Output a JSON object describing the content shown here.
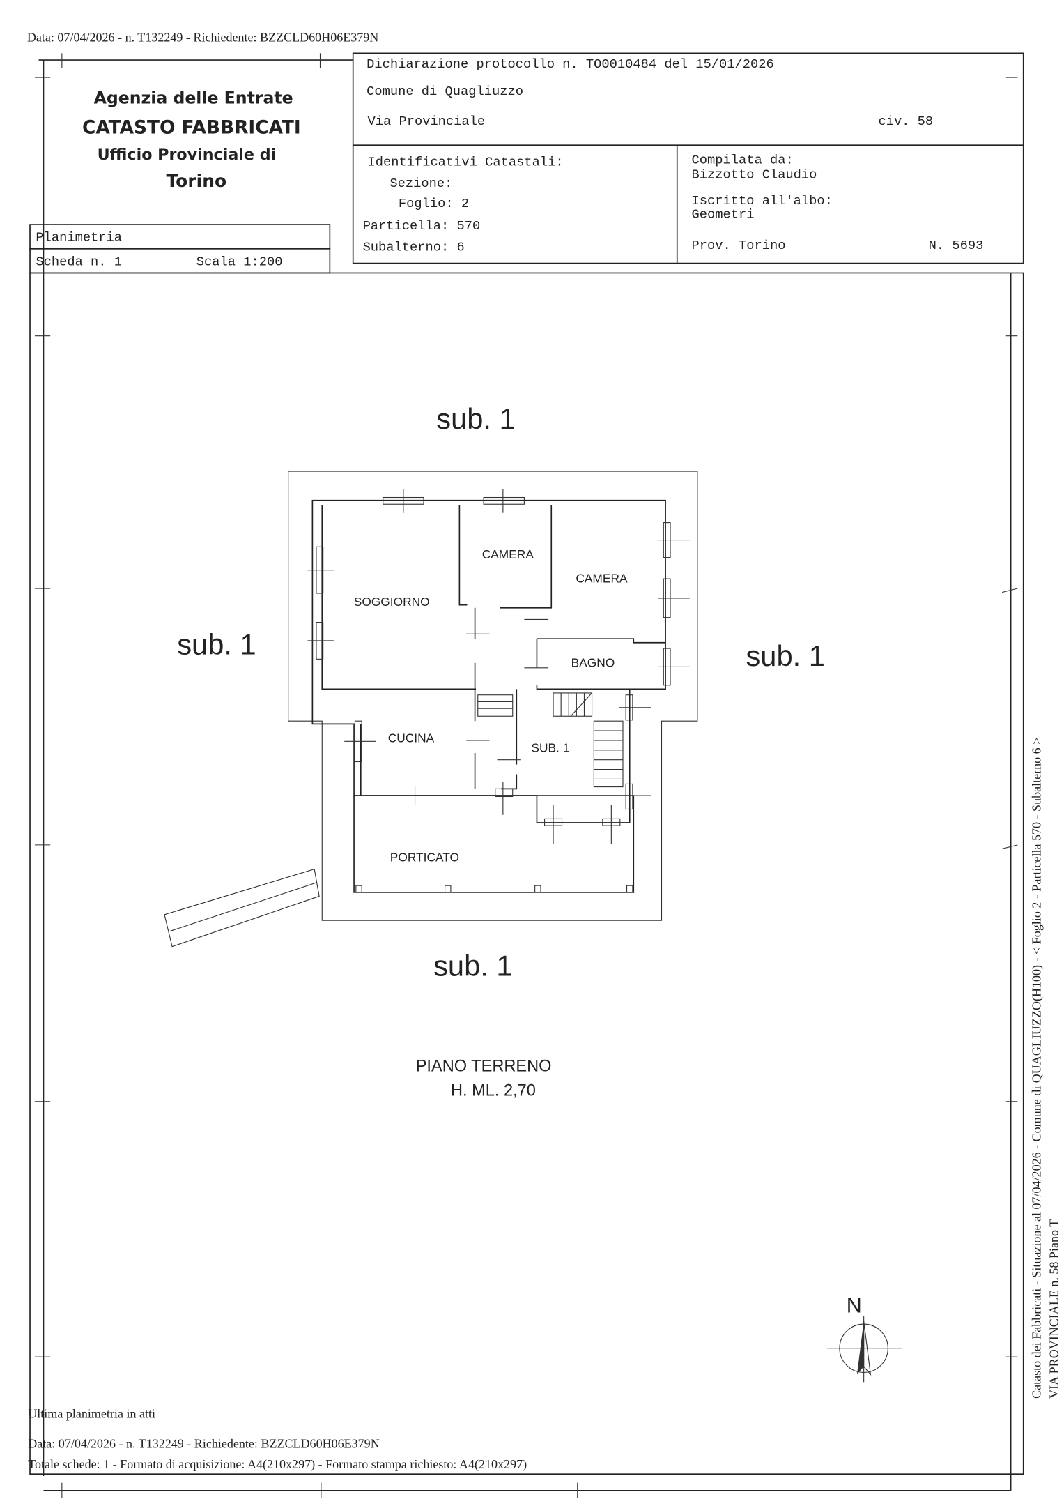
{
  "top_header": "Data: 07/04/2026 - n. T132249 - Richiedente: BZZCLD60H06E379N",
  "title_block": {
    "agency": "Agenzia delle Entrate",
    "catasto": "CATASTO FABBRICATI",
    "ufficio": "Ufficio Provinciale di",
    "city": "Torino"
  },
  "sheet": {
    "type": "Planimetria",
    "scheda": "Scheda n. 1",
    "scala": "Scala 1:200"
  },
  "declaration": {
    "protocol": "Dichiarazione protocollo n. TO0010484 del  15/01/2026",
    "comune": "Comune di Quagliuzzo",
    "via": "Via Provinciale",
    "civico": "civ. 58"
  },
  "identificativi": {
    "heading": "Identificativi Catastali:",
    "sezione": "Sezione:",
    "foglio": "Foglio: 2",
    "particella": "Particella: 570",
    "subalterno": "Subalterno: 6"
  },
  "compilata": {
    "heading": "Compilata da:",
    "name": "Bizzotto Claudio",
    "albo_label": "Iscritto all'albo:",
    "albo": "Geometri",
    "prov": "Prov. Torino",
    "number": "N. 5693"
  },
  "plan": {
    "sub_top": "sub. 1",
    "sub_left": "sub. 1",
    "sub_right": "sub. 1",
    "sub_bottom": "sub. 1",
    "rooms": [
      "SOGGIORNO",
      "CAMERA",
      "CAMERA",
      "BAGNO",
      "CUCINA",
      "SUB. 1",
      "PORTICATO"
    ],
    "floor": "PIANO TERRENO",
    "height": "H. ML. 2,70",
    "north": "N"
  },
  "side_text": "Catasto dei Fabbricati - Situazione al 07/04/2026 - Comune di QUAGLIUZZO(H100) - < Foglio 2 - Particella 570 - Subalterno 6 >",
  "side_text_2": "VIA PROVINCIALE n. 58 Piano T",
  "footer": {
    "ultima": "Ultima planimetria in atti",
    "data": "Data: 07/04/2026 - n. T132249 - Richiedente: BZZCLD60H06E379N",
    "totale": "Totale schede: 1 - Formato di acquisizione: A4(210x297)  - Formato stampa richiesto: A4(210x297)"
  }
}
